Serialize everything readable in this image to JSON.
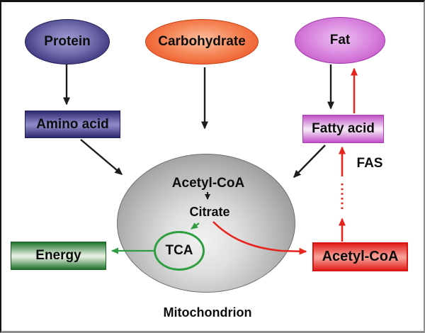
{
  "diagram": {
    "caption": "Mitochondrion",
    "nodes": {
      "protein": {
        "label": "Protein",
        "shape": "ellipse",
        "color": "#3b357f"
      },
      "carbohydrate": {
        "label": "Carbohydrate",
        "shape": "ellipse",
        "color": "#ee5b2b"
      },
      "fat": {
        "label": "Fat",
        "shape": "ellipse",
        "color": "#c95ccd"
      },
      "amino_acid": {
        "label": "Amino acid",
        "shape": "box",
        "color": "#2e2973"
      },
      "fatty_acid": {
        "label": "Fatty acid",
        "shape": "box",
        "color": "#c050c5"
      },
      "energy": {
        "label": "Energy",
        "shape": "box",
        "color": "#1f722a"
      },
      "cytosol_acetyl_coa": {
        "label": "Acetyl-CoA",
        "shape": "box",
        "color": "#e0201d"
      },
      "mitochondrion": {
        "label": "Mitochondrion",
        "shape": "ellipse",
        "color": "#9a9a9a"
      },
      "mito_acetyl_coa": {
        "label": "Acetyl-CoA"
      },
      "citrate": {
        "label": "Citrate"
      },
      "tca": {
        "label": "TCA",
        "shape": "circle-outline",
        "color": "#2f9e41"
      },
      "fas": {
        "label": "FAS"
      }
    },
    "edges": [
      {
        "from": "Protein",
        "to": "Amino acid",
        "color": "black",
        "style": "solid"
      },
      {
        "from": "Carbohydrate",
        "to": "Mitochondrion",
        "color": "black",
        "style": "solid"
      },
      {
        "from": "Fat",
        "to": "Fatty acid",
        "color": "black",
        "style": "solid"
      },
      {
        "from": "Fatty acid",
        "to": "Fat",
        "color": "red",
        "style": "solid"
      },
      {
        "from": "Amino acid",
        "to": "Mitochondrion",
        "color": "black",
        "style": "solid"
      },
      {
        "from": "Fatty acid",
        "to": "Mitochondrion",
        "color": "black",
        "style": "solid"
      },
      {
        "from": "Acetyl-CoA (mitochondrial)",
        "to": "Citrate",
        "color": "black",
        "style": "solid"
      },
      {
        "from": "Citrate",
        "to": "TCA",
        "color": "green",
        "style": "solid"
      },
      {
        "from": "TCA",
        "to": "Energy",
        "color": "green",
        "style": "solid"
      },
      {
        "from": "Citrate",
        "to": "Acetyl-CoA (cytosolic)",
        "color": "red",
        "style": "solid-curve"
      },
      {
        "from": "Acetyl-CoA (cytosolic)",
        "to": "Fatty acid",
        "color": "red",
        "style": "solid-dotted-solid",
        "label": "FAS"
      }
    ]
  },
  "colors": {
    "black": "#1c1c1c",
    "red": "#e6251f",
    "green": "#2f9e41"
  }
}
